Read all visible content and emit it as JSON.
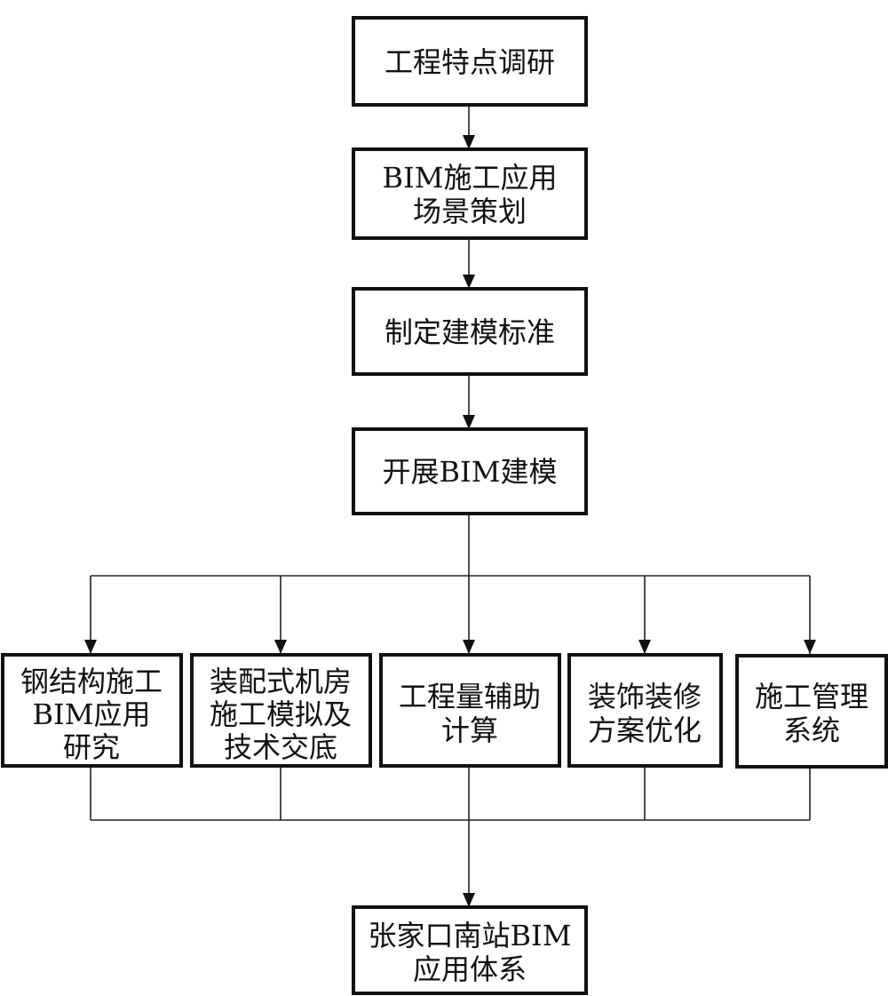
{
  "diagram": {
    "type": "flowchart",
    "nodes": [
      {
        "id": "n1",
        "lines": [
          "工程特点调研"
        ]
      },
      {
        "id": "n2",
        "lines": [
          "BIM施工应用",
          "场景策划"
        ]
      },
      {
        "id": "n3",
        "lines": [
          "制定建模标准"
        ]
      },
      {
        "id": "n4",
        "lines": [
          "开展BIM建模"
        ]
      },
      {
        "id": "n5",
        "lines": [
          "钢结构施工",
          "BIM应用",
          "研究"
        ]
      },
      {
        "id": "n6",
        "lines": [
          "装配式机房",
          "施工模拟及",
          "技术交底"
        ]
      },
      {
        "id": "n7",
        "lines": [
          "工程量辅助",
          "计算"
        ]
      },
      {
        "id": "n8",
        "lines": [
          "装饰装修",
          "方案优化"
        ]
      },
      {
        "id": "n9",
        "lines": [
          "施工管理",
          "系统"
        ]
      },
      {
        "id": "n10",
        "lines": [
          "张家口南站BIM",
          "应用体系"
        ]
      }
    ],
    "edges": [
      {
        "from": "n1",
        "to": "n2"
      },
      {
        "from": "n2",
        "to": "n3"
      },
      {
        "from": "n3",
        "to": "n4"
      },
      {
        "from": "n4",
        "to": "n5"
      },
      {
        "from": "n4",
        "to": "n6"
      },
      {
        "from": "n4",
        "to": "n7"
      },
      {
        "from": "n4",
        "to": "n8"
      },
      {
        "from": "n4",
        "to": "n9"
      },
      {
        "from": "n5",
        "to": "n10"
      },
      {
        "from": "n6",
        "to": "n10"
      },
      {
        "from": "n7",
        "to": "n10"
      },
      {
        "from": "n8",
        "to": "n10"
      },
      {
        "from": "n9",
        "to": "n10"
      }
    ],
    "colors": {
      "stroke": "#111111",
      "background": "#ffffff"
    }
  }
}
